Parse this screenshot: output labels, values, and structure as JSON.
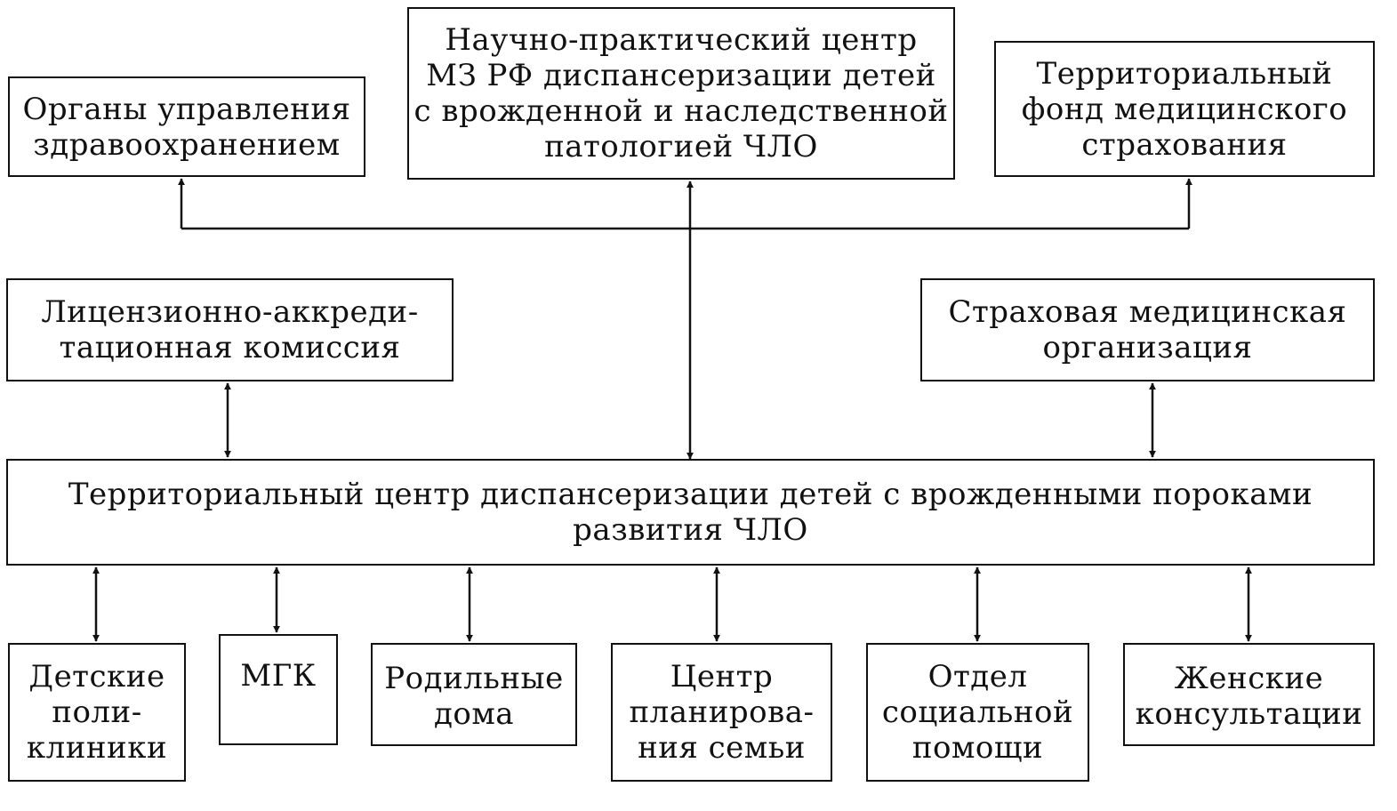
{
  "boxes": {
    "health_authorities": [
      "Органы управления",
      "здравоохранением"
    ],
    "research_center": [
      "Научно-практический центр",
      "МЗ РФ диспансеризации детей",
      "с врожденной и наследственной",
      "патологией ЧЛО"
    ],
    "territorial_fund": [
      "Территориальный",
      "фонд медицинского",
      "страхования"
    ],
    "licensing_commission": [
      "Лицензионно-аккреди-",
      "тационная комиссия"
    ],
    "insurance_org": [
      "Страховая медицинская",
      "организация"
    ],
    "territorial_center": [
      "Территориальный центр диспансеризации детей с врожденными пороками",
      "развития ЧЛО"
    ],
    "children_clinics": [
      "Детские",
      "поли-",
      "клиники"
    ],
    "mgk": [
      "МГК"
    ],
    "maternity_homes": [
      "Родильные",
      "дома"
    ],
    "family_planning": [
      "Центр",
      "планирова-",
      "ния семьи"
    ],
    "social_aid": [
      "Отдел",
      "социальной",
      "помощи"
    ],
    "womens_consult": [
      "Женские",
      "консультации"
    ]
  }
}
